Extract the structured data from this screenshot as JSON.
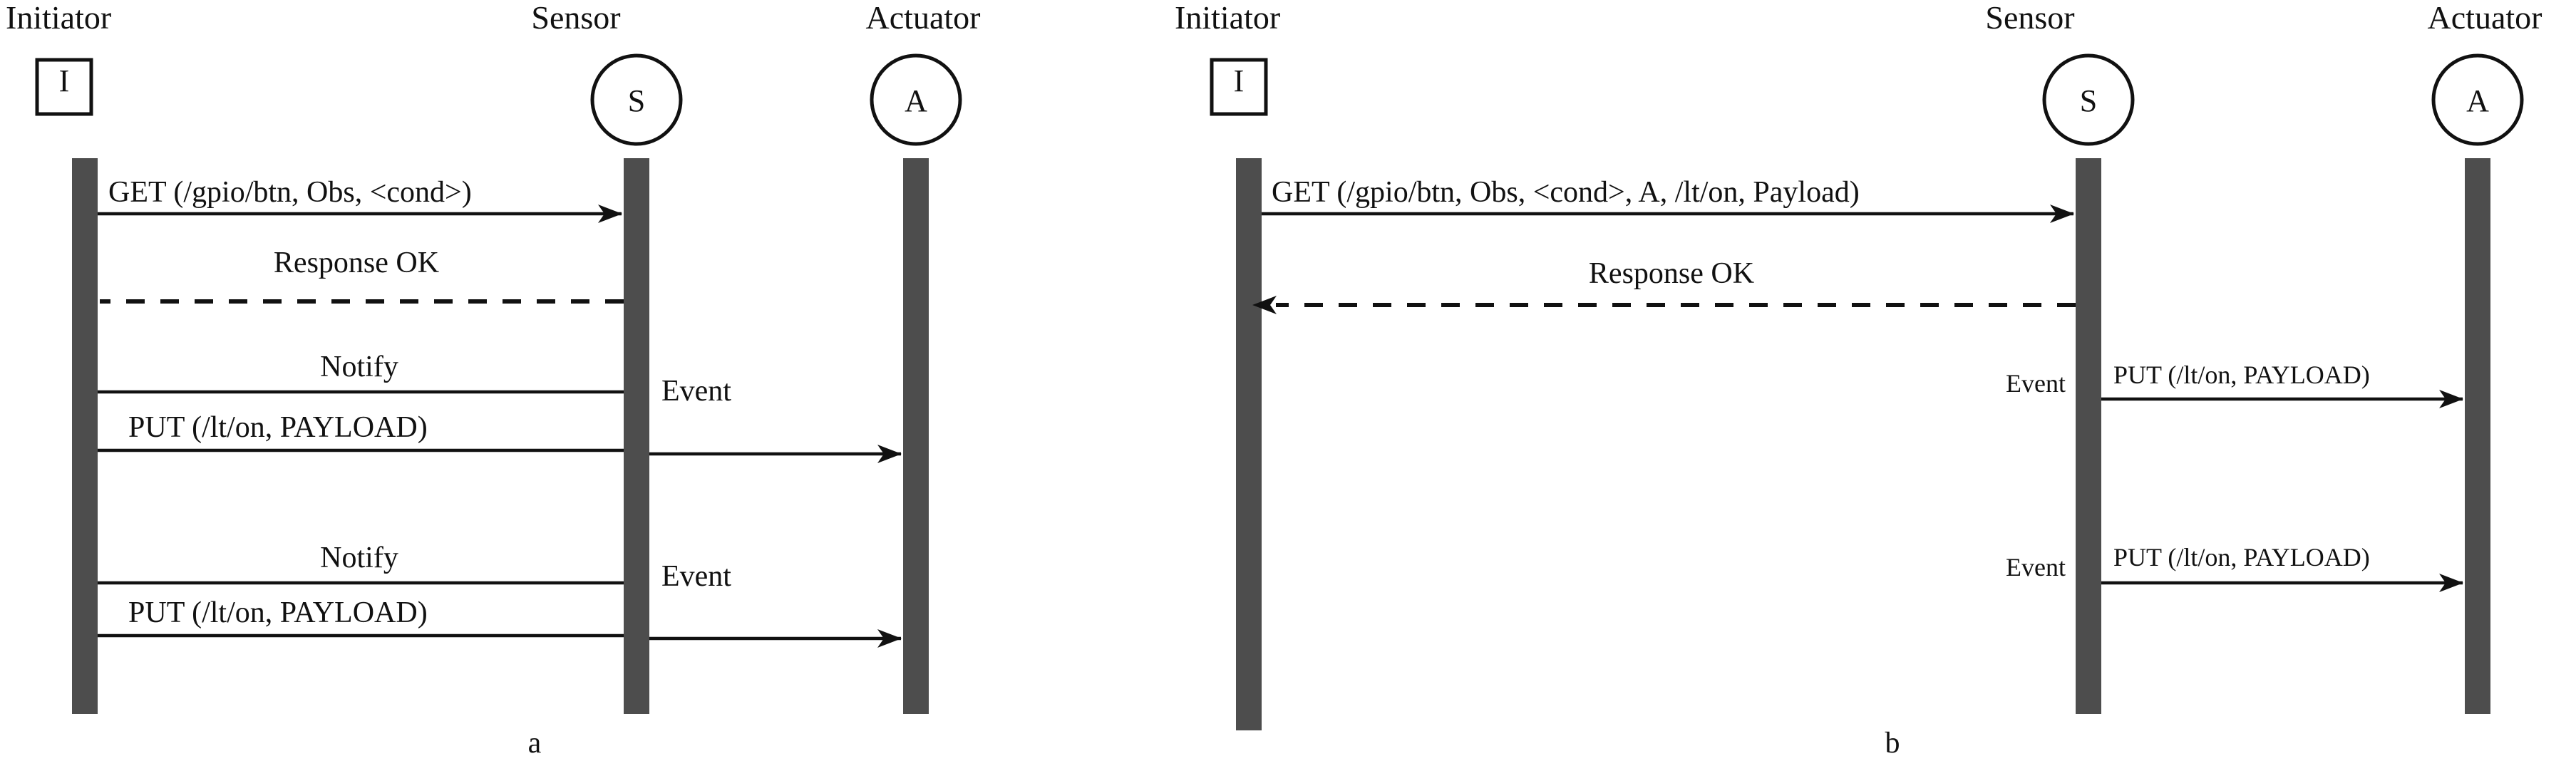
{
  "figure": {
    "type": "uml-sequence-diagram-pair",
    "background": "#ffffff",
    "lifeline_color": "#4d4d4d",
    "stroke_color": "#111111"
  },
  "diagrams": [
    {
      "caption": "a",
      "participants": [
        {
          "title": "Initiator",
          "symbol": "I",
          "shape": "square"
        },
        {
          "title": "Sensor",
          "symbol": "S",
          "shape": "circle"
        },
        {
          "title": "Actuator",
          "symbol": "A",
          "shape": "circle"
        }
      ],
      "messages": [
        {
          "label": "GET (/gpio/btn, Obs, <cond>)",
          "from": "I",
          "to": "S",
          "style": "solid",
          "direction": "right"
        },
        {
          "label": "Response OK",
          "from": "S",
          "to": "I",
          "style": "dashed",
          "direction": "left"
        },
        {
          "label": "Notify",
          "from": "S",
          "to": "I",
          "style": "solid",
          "direction": "left"
        },
        {
          "label": "PUT (/lt/on, PAYLOAD)",
          "from": "I",
          "to": "S",
          "style": "solid",
          "direction": "right"
        },
        {
          "label": "Event",
          "from": "S",
          "to": "A",
          "style": "solid",
          "direction": "right"
        },
        {
          "label": "Notify",
          "from": "S",
          "to": "I",
          "style": "solid",
          "direction": "left"
        },
        {
          "label": "PUT (/lt/on, PAYLOAD)",
          "from": "I",
          "to": "S",
          "style": "solid",
          "direction": "right"
        },
        {
          "label": "Event",
          "from": "S",
          "to": "A",
          "style": "solid",
          "direction": "right"
        }
      ]
    },
    {
      "caption": "b",
      "participants": [
        {
          "title": "Initiator",
          "symbol": "I",
          "shape": "square"
        },
        {
          "title": "Sensor",
          "symbol": "S",
          "shape": "circle"
        },
        {
          "title": "Actuator",
          "symbol": "A",
          "shape": "circle"
        }
      ],
      "messages": [
        {
          "label": "GET (/gpio/btn, Obs, <cond>, A, /lt/on, Payload)",
          "from": "I",
          "to": "S",
          "style": "solid",
          "direction": "right"
        },
        {
          "label": "Response OK",
          "from": "S",
          "to": "I",
          "style": "dashed",
          "direction": "left"
        },
        {
          "label": "Event",
          "from": "",
          "to": "S",
          "style": "none",
          "direction": "none"
        },
        {
          "label": "PUT (/lt/on, PAYLOAD)",
          "from": "S",
          "to": "A",
          "style": "solid",
          "direction": "right"
        },
        {
          "label": "Event",
          "from": "",
          "to": "S",
          "style": "none",
          "direction": "none"
        },
        {
          "label": "PUT (/lt/on, PAYLOAD)",
          "from": "S",
          "to": "A",
          "style": "solid",
          "direction": "right"
        }
      ]
    }
  ],
  "labels": {
    "a_initiator_title": "Initiator",
    "a_sensor_title": "Sensor",
    "a_actuator_title": "Actuator",
    "a_initiator_symbol": "I",
    "a_sensor_symbol": "S",
    "a_actuator_symbol": "A",
    "a_msg1": "GET (/gpio/btn, Obs, <cond>)",
    "a_msg2": "Response OK",
    "a_msg3": "Notify",
    "a_msg4": "PUT (/lt/on, PAYLOAD)",
    "a_msg5": "Event",
    "a_msg6": "Notify",
    "a_msg7": "PUT (/lt/on, PAYLOAD)",
    "a_msg8": "Event",
    "a_caption": "a",
    "b_initiator_title": "Initiator",
    "b_sensor_title": "Sensor",
    "b_actuator_title": "Actuator",
    "b_initiator_symbol": "I",
    "b_sensor_symbol": "S",
    "b_actuator_symbol": "A",
    "b_msg1": "GET (/gpio/btn, Obs, <cond>, A, /lt/on, Payload)",
    "b_msg2": "Response OK",
    "b_msg3": "Event",
    "b_msg4": "PUT (/lt/on, PAYLOAD)",
    "b_msg5": "Event",
    "b_msg6": "PUT (/lt/on, PAYLOAD)",
    "b_caption": "b"
  }
}
